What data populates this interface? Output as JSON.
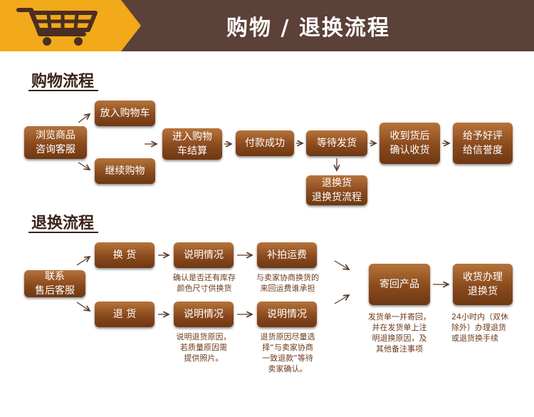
{
  "header": {
    "title": "购物 / 退换流程",
    "colors": {
      "bar": "#5b4138",
      "cart_tab": "#f2a91a",
      "box": "#8a4a1e"
    },
    "icon": "shopping-cart-icon"
  },
  "purchase": {
    "title": "购物流程",
    "browse": "浏览商品\n咨询客服",
    "add_cart": "放入购物车",
    "continue": "继续购物",
    "checkout": "进入购物\n车结算",
    "paid": "付款成功",
    "wait_ship": "等待发货",
    "received": "收到货后\n确认收货",
    "review": "给予好评\n给信誉度",
    "return_exchange": "退换货\n退换货流程"
  },
  "returns": {
    "title": "退换流程",
    "contact": "联系\n售后客服",
    "exchange": "换  货",
    "refund": "退  货",
    "explain_exchange": "说明情况",
    "explain_exchange_note": "确认是否还有库存\n颜色尺寸供换货",
    "reshoot_fee": "补拍运费",
    "reshoot_note": "与卖家协商换货的\n来回运费谁承担",
    "explain_refund": "说明情况",
    "explain_refund_note": "说明退货原因，\n若质量原因需\n提供照片。",
    "explain_refund2": "说明情况",
    "explain_refund2_note": "退货原因尽量选\n择“与卖家协商\n一致退款”等待\n卖家确认。",
    "send_back": "寄回产品",
    "send_back_note": "发货单一并寄回，\n并在发货单上注\n明退换原因，及\n其他备注事项",
    "process": "收货办理\n退换货",
    "process_note": "24小时内（双休\n除外）办理退货\n或退货换手续"
  }
}
